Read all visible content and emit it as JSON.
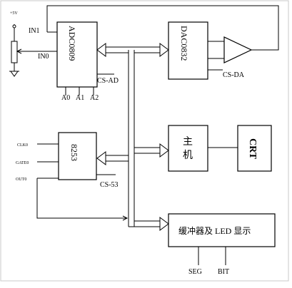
{
  "power": {
    "vcc_label": "+5V"
  },
  "adc": {
    "name": "ADC0809",
    "in1": "IN1",
    "in0": "IN0",
    "cs": "CS-AD",
    "a0": "A0",
    "a1": "A1",
    "a2": "A2"
  },
  "dac": {
    "name": "DAC0832",
    "cs": "CS-DA"
  },
  "timer": {
    "name": "8253",
    "clk": "CLK0",
    "gate": "GATE0",
    "out": "OUT0",
    "cs": "CS-53"
  },
  "host": {
    "name": "主\n机",
    "line1": "主",
    "line2": "机"
  },
  "crt": {
    "name": "CRT"
  },
  "buffer": {
    "name": "缓冲器及 LED 显示",
    "seg": "SEG",
    "bit": "BIT"
  }
}
